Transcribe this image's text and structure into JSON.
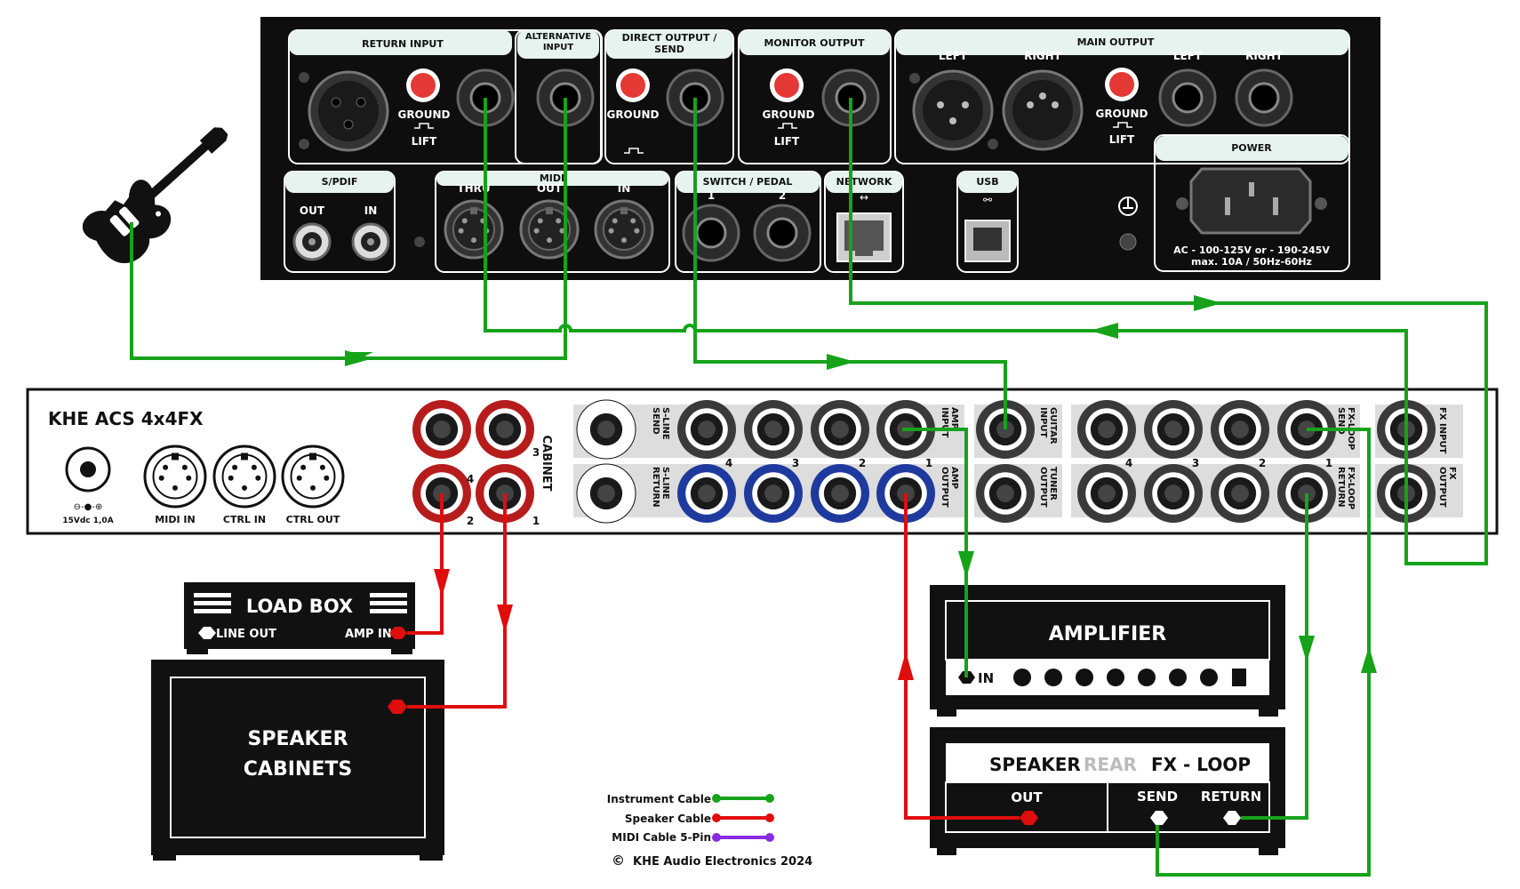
{
  "rear_panel": {
    "return_input": "RETURN INPUT",
    "alternative_input": "ALTERNATIVE INPUT",
    "direct_output": "DIRECT OUTPUT / SEND",
    "monitor_output": "MONITOR OUTPUT",
    "main_output": "MAIN OUTPUT",
    "left": "LEFT",
    "right": "RIGHT",
    "ground": "GROUND",
    "lift": "LIFT",
    "spdif": "S/PDIF",
    "out": "OUT",
    "in": "IN",
    "midi": "MIDI",
    "thru": "THRU",
    "switch_pedal": "SWITCH / PEDAL",
    "jack1": "1",
    "jack2": "2",
    "network": "NETWORK",
    "usb": "USB",
    "power": "POWER",
    "power_spec_1": "AC - 100-125V or - 190-245V",
    "power_spec_2": "max. 10A  / 50Hz-60Hz"
  },
  "acs_unit": {
    "name": "KHE ACS 4x4FX",
    "power_spec": "15Vdc 1,0A",
    "midi_in": "MIDI IN",
    "ctrl_in": "CTRL IN",
    "ctrl_out": "CTRL OUT",
    "cabinet": "CABINET",
    "n1": "1",
    "n2": "2",
    "n3": "3",
    "n4": "4",
    "s_line_send": "S-LINE SEND",
    "s_line_return": "S-LINE RETURN",
    "amp_input": "AMP INPUT",
    "amp_output": "AMP OUTPUT",
    "guitar_input": "GUITAR INPUT",
    "tuner_output": "TUNER OUTPUT",
    "fx_loop_send": "FX-LOOP SEND",
    "fx_loop_return": "FX-LOOP RETURN",
    "fx_input": "FX INPUT",
    "fx_output": "FX OUTPUT"
  },
  "load_box": {
    "title": "LOAD BOX",
    "line_out": "LINE OUT",
    "amp_in": "AMP IN"
  },
  "speaker_cabinets": {
    "line1": "SPEAKER",
    "line2": "CABINETS"
  },
  "amplifier": {
    "title": "AMPLIFIER",
    "in": "IN"
  },
  "amp_rear": {
    "speaker": "SPEAKER",
    "rear": "REAR",
    "fx_loop": "FX - LOOP",
    "out": "OUT",
    "send": "SEND",
    "return": "RETURN"
  },
  "legend": {
    "instrument": "Instrument Cable",
    "speaker": "Speaker Cable",
    "midi": "MIDI Cable 5-Pin",
    "copyright": "KHE Audio Electronics 2024"
  },
  "colors": {
    "instrument": "#16a31a",
    "speaker": "#e00d0d",
    "midi": "#8a2be2",
    "panel": "#111111",
    "cabinet_jack": "#b71c1c",
    "amp_out_jack": "#1f3a9e"
  }
}
